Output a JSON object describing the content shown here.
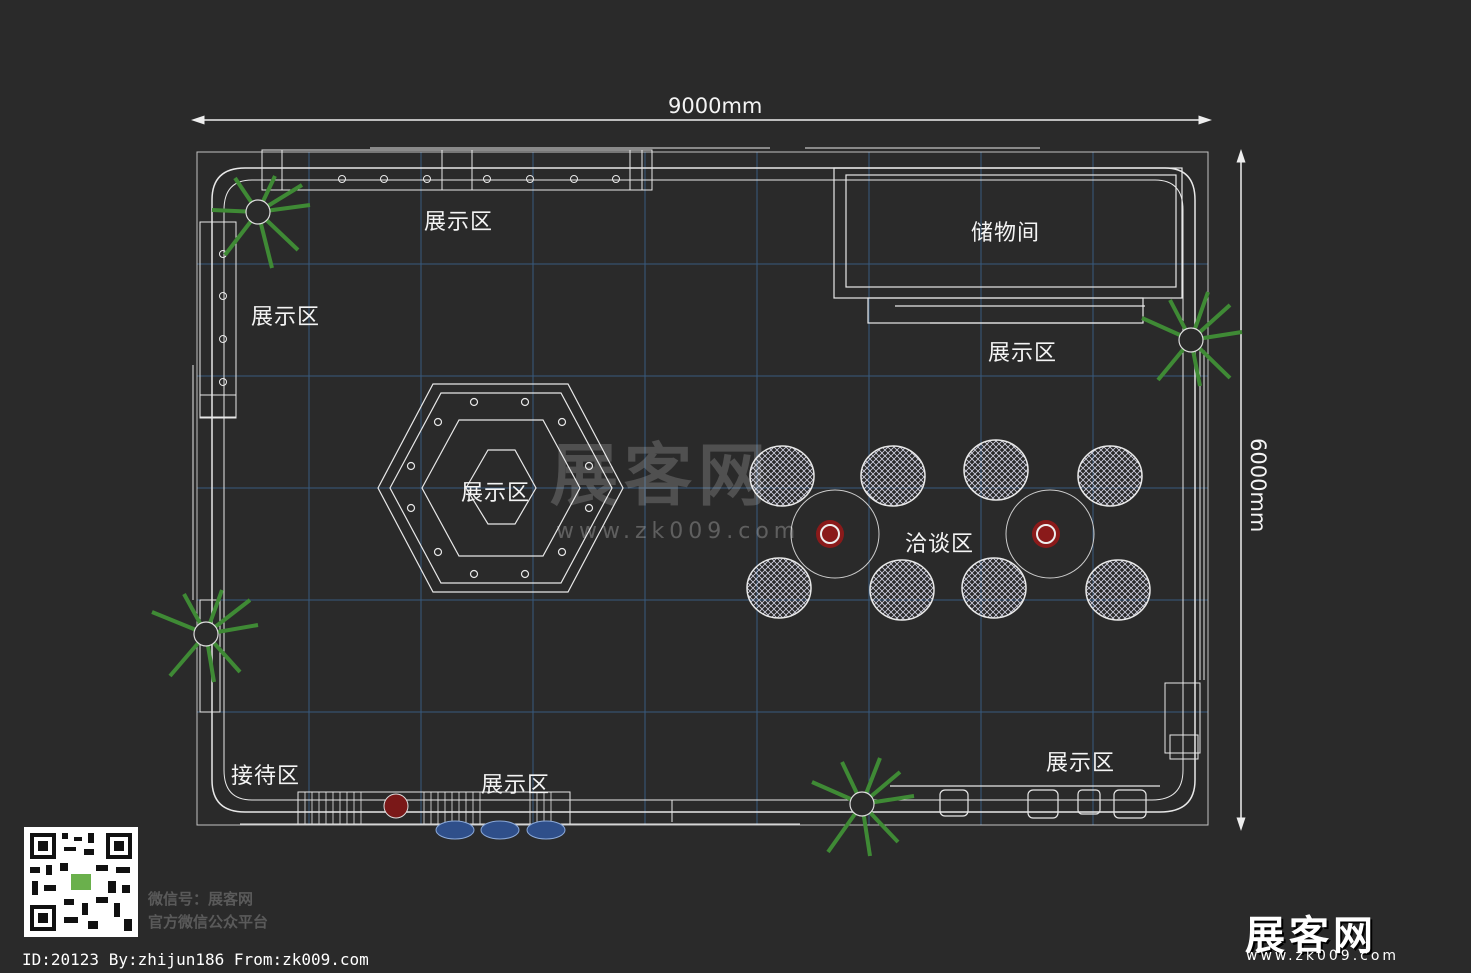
{
  "dimensions": {
    "width_label": "9000mm",
    "depth_label": "6000mm"
  },
  "zones": {
    "display_top": "展示区",
    "display_left": "展示区",
    "storage": "储物间",
    "display_right_upper": "展示区",
    "display_center": "展示区",
    "negotiation": "洽谈区",
    "reception": "接待区",
    "display_bottom": "展示区",
    "display_bottom_right": "展示区"
  },
  "watermark": {
    "text": "展客网",
    "url": "www.zk009.com"
  },
  "wechat": {
    "line1": "微信号：展客网",
    "line2": "官方微信公众平台"
  },
  "footer": {
    "id_text": "ID:20123 By:zhijun186 From:zk009.com"
  },
  "brand": {
    "logo": "展客网",
    "url": "www.zk009.com"
  },
  "colors": {
    "background": "#2a2a2a",
    "grid": "#3d6a9a",
    "lines": "#e8e8e8",
    "plant": "#2f6b2a"
  }
}
